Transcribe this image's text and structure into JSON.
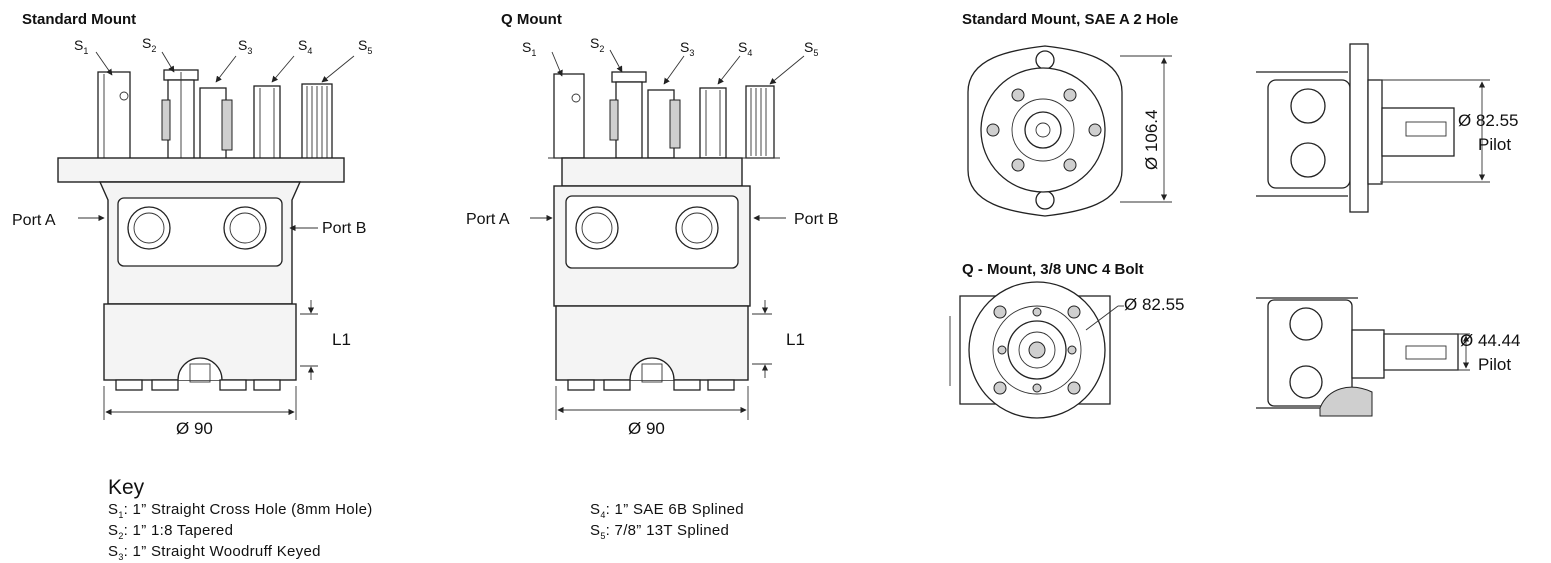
{
  "titles": {
    "standard_mount": "Standard Mount",
    "q_mount": "Q Mount",
    "sae_a": "Standard Mount, SAE A 2 Hole",
    "q_unc": "Q - Mount, 3/8 UNC 4 Bolt"
  },
  "shaft_labels": [
    {
      "letter": "S",
      "sub": "1"
    },
    {
      "letter": "S",
      "sub": "2"
    },
    {
      "letter": "S",
      "sub": "3"
    },
    {
      "letter": "S",
      "sub": "4"
    },
    {
      "letter": "S",
      "sub": "5"
    }
  ],
  "ports": {
    "a": "Port A",
    "b": "Port B"
  },
  "dimensions": {
    "l1": "L1",
    "body_diameter": "Ø 90",
    "sae_flange": "Ø 106.4",
    "sae_pilot": "Ø 82.55",
    "q_bolt_circle": "Ø 82.55",
    "q_pilot": "Ø 44.44",
    "pilot_word": "Pilot"
  },
  "key": {
    "heading": "Key",
    "items": [
      {
        "letter": "S",
        "sub": "1",
        "text": ": 1” Straight Cross Hole (8mm Hole)"
      },
      {
        "letter": "S",
        "sub": "2",
        "text": ": 1” 1:8 Tapered"
      },
      {
        "letter": "S",
        "sub": "3",
        "text": ": 1” Straight Woodruff Keyed"
      },
      {
        "letter": "S",
        "sub": "4",
        "text": ":  1” SAE 6B Splined"
      },
      {
        "letter": "S",
        "sub": "5",
        "text": ": 7/8” 13T Splined"
      }
    ]
  }
}
